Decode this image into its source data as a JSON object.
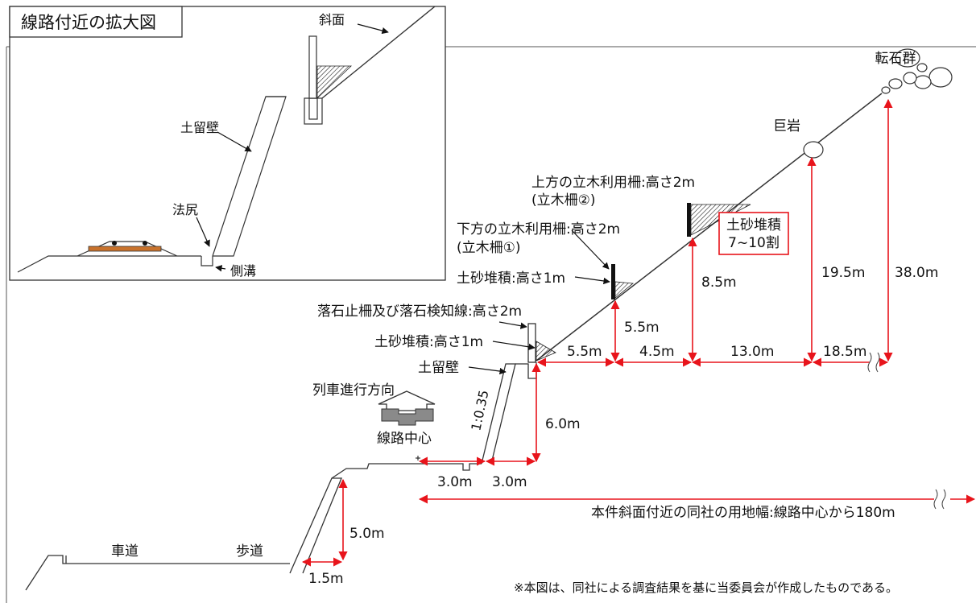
{
  "inset": {
    "title": "線路付近の拡大図",
    "slope": "斜面",
    "retaining_wall": "土留壁",
    "toe": "法尻",
    "ditch": "側溝"
  },
  "labels": {
    "boulder_group": "転石群",
    "giant_rock": "巨岩",
    "upper_fence": "上方の立木利用柵:高さ2m",
    "upper_fence_sub": "(立木柵②)",
    "lower_fence": "下方の立木利用柵:高さ2m",
    "lower_fence_sub": "(立木柵①)",
    "soil_deposit_lower": "土砂堆積:高さ1m",
    "rockfall_fence": "落石止柵及び落石検知線:高さ2m",
    "soil_deposit_fence": "土砂堆積:高さ1m",
    "retaining_wall": "土留壁",
    "train_direction": "列車進行方向",
    "track_center": "線路中心",
    "slope_ratio": "1:0.35",
    "roadway": "車道",
    "sidewalk": "歩道",
    "land_width": "本件斜面付近の同社の用地幅:線路中心から180m",
    "footnote": "※本図は、同社による調査結果を基に当委員会が作成したものである。"
  },
  "deposit_box": {
    "line1": "土砂堆積",
    "line2": "7~10割",
    "border_color": "#e8141b"
  },
  "dimensions": {
    "h_5_5a": "5.5m",
    "h_4_5": "4.5m",
    "h_13_0": "13.0m",
    "h_18_5": "18.5m",
    "v_5_5": "5.5m",
    "v_8_5": "8.5m",
    "v_19_5": "19.5m",
    "v_38_0": "38.0m",
    "v_6_0": "6.0m",
    "h_3_0a": "3.0m",
    "h_3_0b": "3.0m",
    "v_5_0": "5.0m",
    "h_1_5": "1.5m"
  },
  "colors": {
    "dimension": "#e8141b",
    "line": "#333333",
    "ballast": "#c8722c"
  }
}
